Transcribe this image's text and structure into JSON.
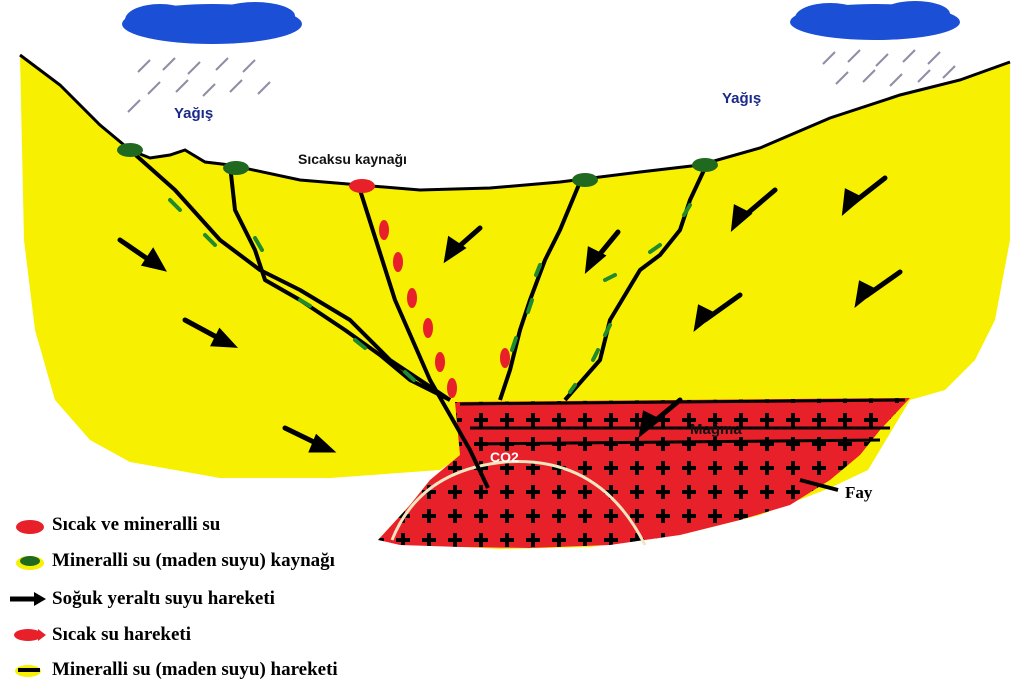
{
  "labels": {
    "rain_left": "Yağış",
    "rain_right": "Yağış",
    "hot_spring": "Sıcaksu kaynağı",
    "magma": "Mağma",
    "co2": "CO2",
    "fault": "Fay"
  },
  "legend": [
    {
      "icon": "hot-mineral-water-icon",
      "text": "Sıcak ve mineralli su"
    },
    {
      "icon": "mineral-spring-icon",
      "text": "Mineralli su (maden suyu) kaynağı"
    },
    {
      "icon": "cold-groundwater-arrow-icon",
      "text": "Soğuk yeraltı suyu hareketi"
    },
    {
      "icon": "hot-water-flow-icon",
      "text": "Sıcak su hareketi"
    },
    {
      "icon": "mineral-water-flow-icon",
      "text": "Mineralli su (maden suyu) hareketi"
    }
  ],
  "colors": {
    "ground": "#f7f000",
    "magma": "#e8202a",
    "cloud": "#1b4fd6",
    "line": "#000000",
    "mineral_flow": "#1f8a2e"
  }
}
